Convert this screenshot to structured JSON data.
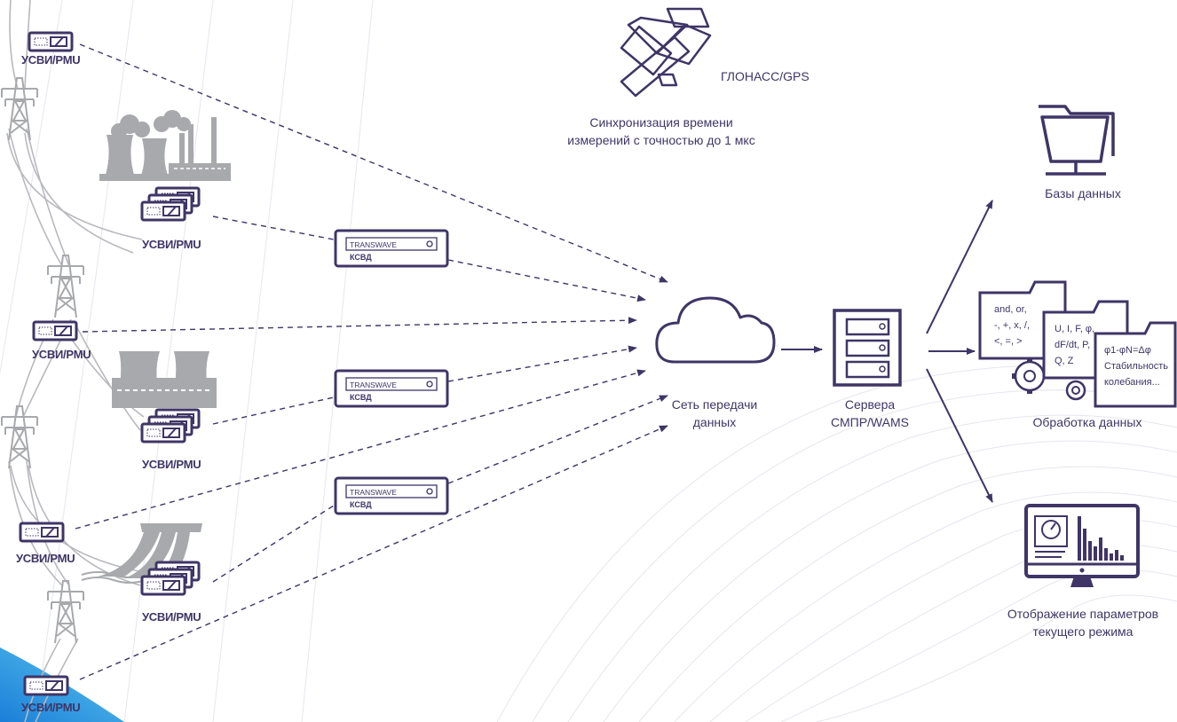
{
  "colors": {
    "primary": "#3f3566",
    "grey": "#a7a9ac",
    "accent_blue": "#2f9ee8",
    "background_lines": "#e6e6ee"
  },
  "pmu_label": "УСВИ/PMU",
  "ksvd": {
    "brand": "TRANSWAVE",
    "name": "КСВД"
  },
  "satellite": {
    "label": "ГЛОНАСС/GPS",
    "sync_line1": "Синхронизация времени",
    "sync_line2": "измерений с точностью до 1 мкс"
  },
  "network": {
    "line1": "Сеть передачи",
    "line2": "данных"
  },
  "servers": {
    "line1": "Сервера",
    "line2": "СМПР/WAMS"
  },
  "databases": {
    "label": "Базы данных"
  },
  "processing": {
    "label": "Обработка данных",
    "card1": [
      "and, or,",
      "-, +, x, /,",
      "<, =, >"
    ],
    "card2": [
      "U, I, F, φ,",
      "dF/dt, P,",
      "Q, Z"
    ],
    "card3": [
      "φ1-φN=Δφ",
      "Стабильность",
      "колебания..."
    ]
  },
  "display": {
    "line1": "Отображение параметров",
    "line2": "текущего режима"
  }
}
